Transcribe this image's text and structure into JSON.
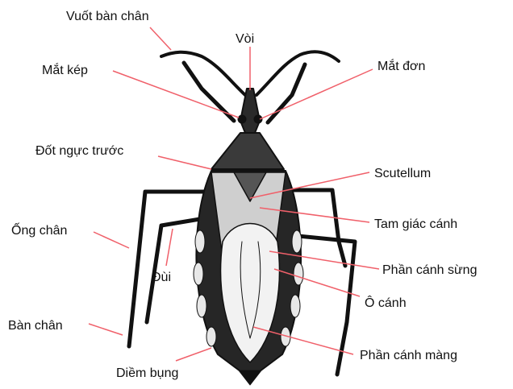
{
  "colors": {
    "leader_line": "#f0606a",
    "ink": "#111111",
    "body_dark": "#2a2a2a",
    "body_light": "#e8e8e8"
  },
  "labels": {
    "claw": "Vuốt bàn chân",
    "proboscis": "Vòi",
    "compound_eye": "Mắt kép",
    "ocellus": "Mắt đơn",
    "pronotum": "Đốt ngực trước",
    "scutellum": "Scutellum",
    "clavus": "Tam giác cánh",
    "tibia": "Ống chân",
    "femur": "Đùi",
    "corium": "Phần cánh sừng",
    "cell": "Ô cánh",
    "tarsus": "Bàn chân",
    "membrane": "Phần cánh màng",
    "connexivum": "Diềm bụng"
  }
}
